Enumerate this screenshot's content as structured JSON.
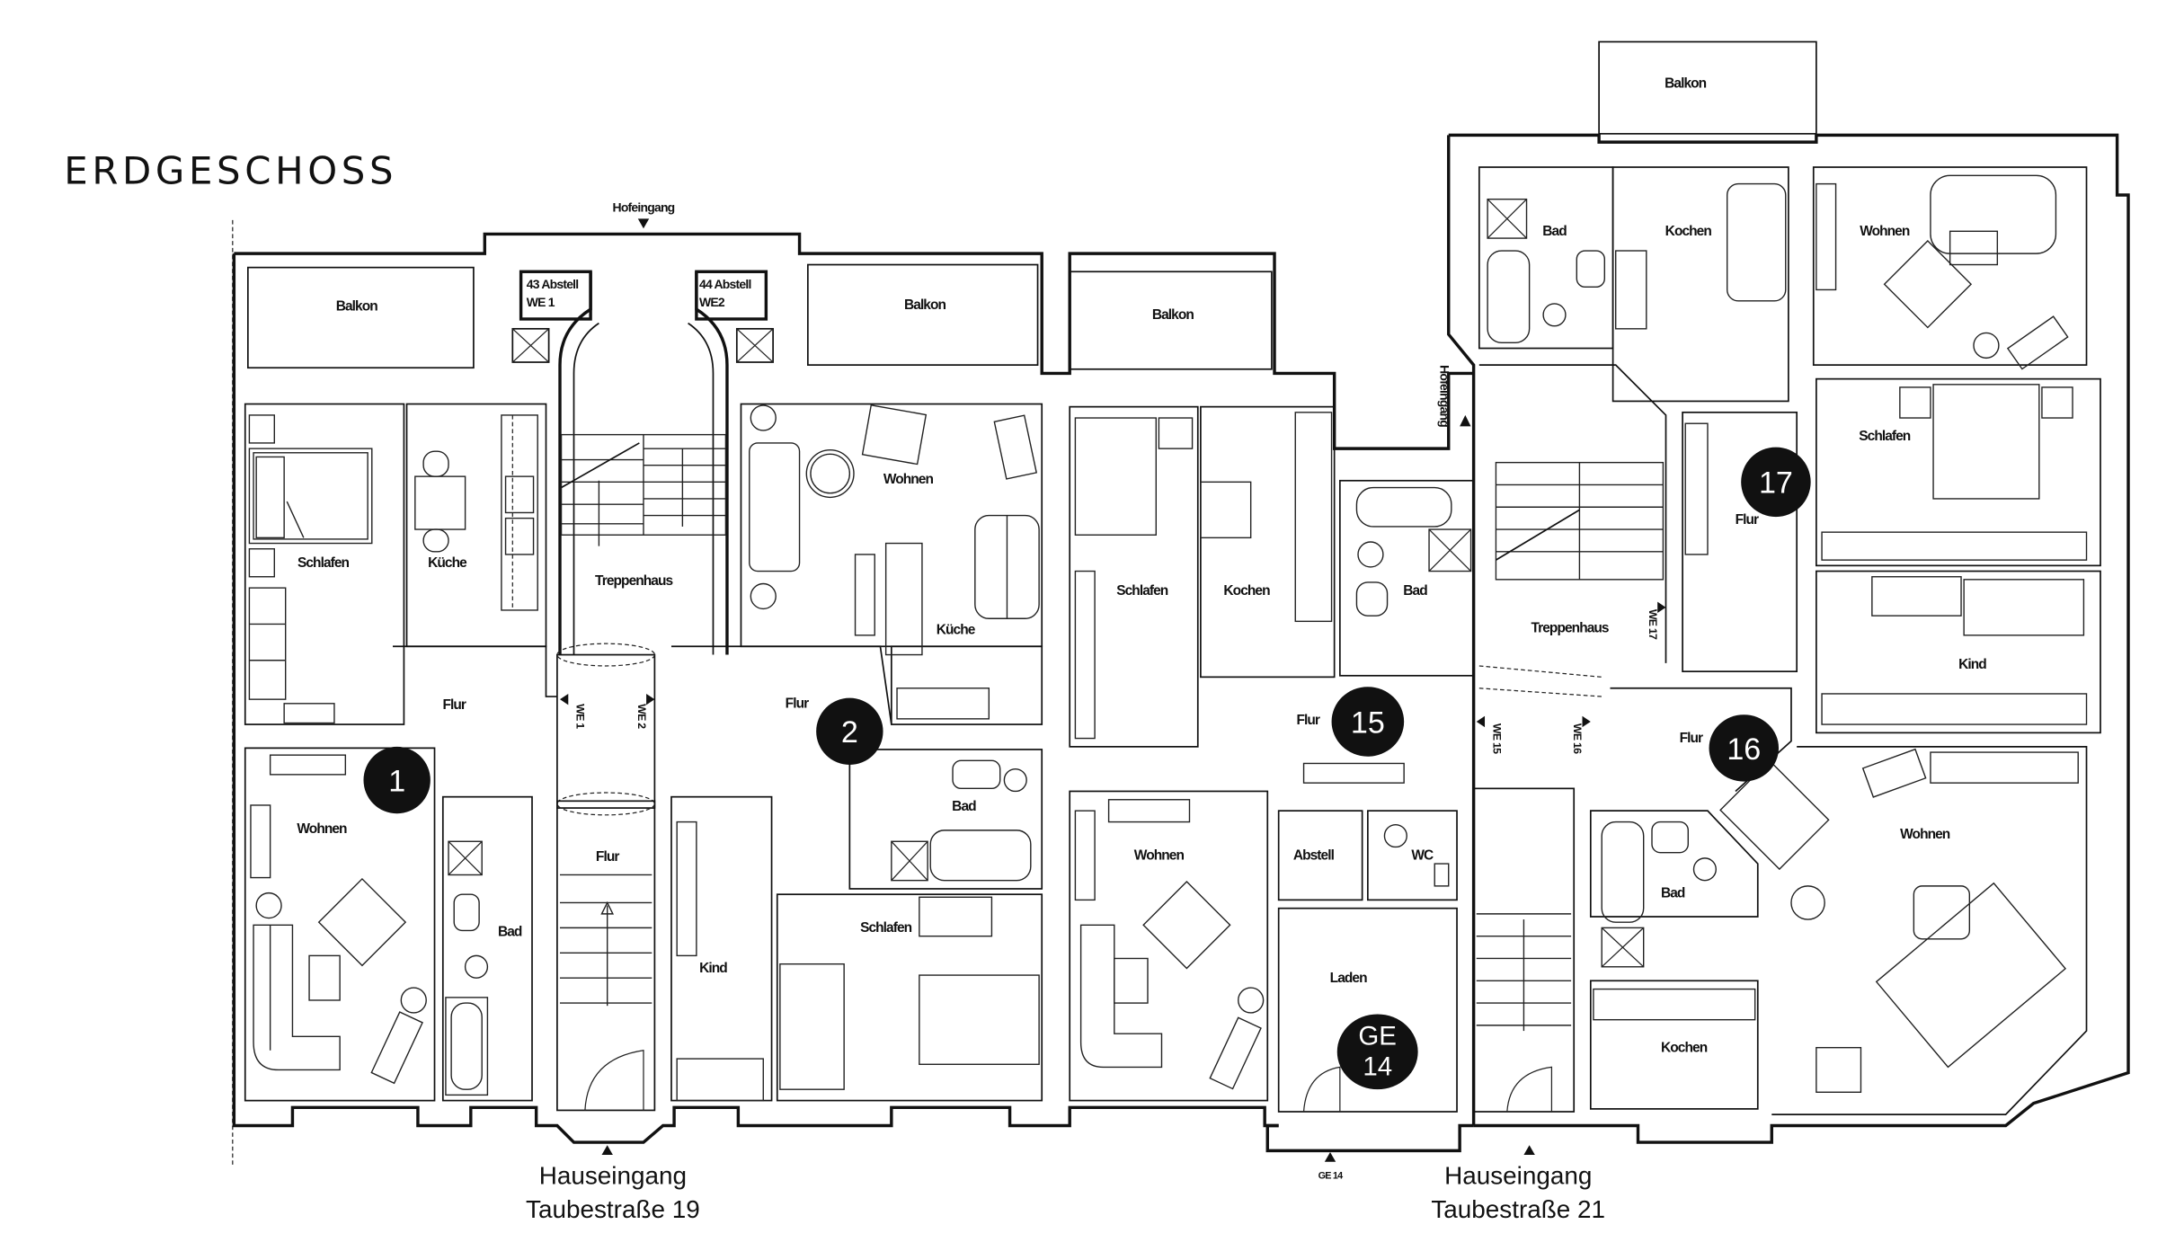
{
  "title": "ERDGESCHOSS",
  "entrances": {
    "hofeingang_top": "Hofeingang",
    "hofeingang_side": "Hofeingang",
    "house_19_line1": "Hauseingang",
    "house_19_line2": "Taubestraße 19",
    "house_21_line1": "Hauseingang",
    "house_21_line2": "Taubestraße 21",
    "ge14_marker": "GE 14"
  },
  "storage": {
    "abstell_43_line1": "43 Abstell",
    "abstell_43_line2": "WE 1",
    "abstell_44_line1": "44 Abstell",
    "abstell_44_line2": "WE2"
  },
  "door_markers": {
    "we1": "WE 1",
    "we2": "WE 2",
    "we15": "WE 15",
    "we16": "WE 16",
    "we17": "WE 17"
  },
  "units": [
    {
      "id": "1",
      "label": "1",
      "rooms": [
        "Wohnen",
        "Schlafen",
        "Küche",
        "Flur",
        "Bad",
        "Balkon"
      ]
    },
    {
      "id": "2",
      "label": "2",
      "rooms": [
        "Wohnen",
        "Küche",
        "Flur",
        "Bad",
        "Schlafen",
        "Kind",
        "Balkon"
      ]
    },
    {
      "id": "15",
      "label": "15",
      "rooms": [
        "Schlafen",
        "Kochen",
        "Bad",
        "Flur",
        "Wohnen",
        "Balkon"
      ]
    },
    {
      "id": "GE14",
      "label_line1": "GE",
      "label_line2": "14",
      "rooms": [
        "Abstell",
        "WC",
        "Laden"
      ]
    },
    {
      "id": "16",
      "label": "16",
      "rooms": [
        "Flur",
        "Bad",
        "Kochen",
        "Wohnen"
      ]
    },
    {
      "id": "17",
      "label": "17",
      "rooms": [
        "Bad",
        "Kochen",
        "Wohnen",
        "Schlafen",
        "Flur",
        "Kind",
        "Balkon"
      ]
    }
  ],
  "room_labels": {
    "balkon_1": "Balkon",
    "balkon_2": "Balkon",
    "balkon_15": "Balkon",
    "balkon_17": "Balkon",
    "schlafen_1": "Schlafen",
    "kueche_1": "Küche",
    "treppenhaus_19": "Treppenhaus",
    "wohnen_2_top": "Wohnen",
    "kueche_2": "Küche",
    "flur_1": "Flur",
    "flur_2": "Flur",
    "wohnen_1": "Wohnen",
    "bad_1": "Bad",
    "flur_19": "Flur",
    "bad_2": "Bad",
    "schlafen_2": "Schlafen",
    "kind_2": "Kind",
    "schlafen_15": "Schlafen",
    "kochen_15": "Kochen",
    "bad_15": "Bad",
    "flur_15": "Flur",
    "wohnen_15": "Wohnen",
    "abstell_ge14": "Abstell",
    "wc_ge14": "WC",
    "laden_ge14": "Laden",
    "treppenhaus_21": "Treppenhaus",
    "bad_17": "Bad",
    "kochen_17": "Kochen",
    "wohnen_17": "Wohnen",
    "schlafen_17": "Schlafen",
    "flur_17": "Flur",
    "kind_17": "Kind",
    "flur_16": "Flur",
    "bad_16": "Bad",
    "kochen_16": "Kochen",
    "wohnen_16": "Wohnen"
  }
}
